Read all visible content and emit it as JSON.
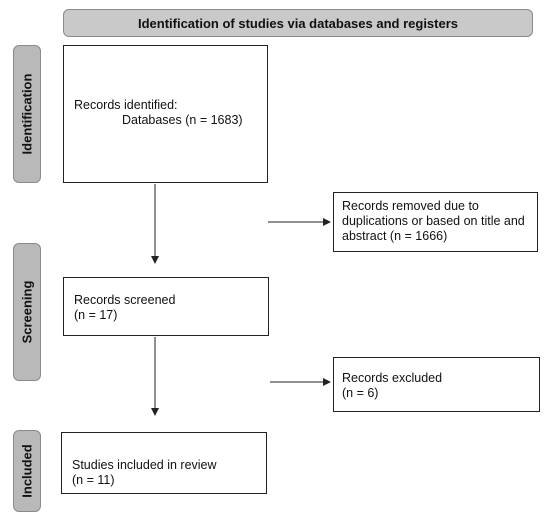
{
  "header": {
    "title": "Identification of studies via databases and registers"
  },
  "phases": {
    "identification": "Identification",
    "screening": "Screening",
    "included": "Included"
  },
  "boxes": {
    "records_identified": {
      "line1": "Records identified:",
      "line2": "Databases (n = 1683)"
    },
    "records_removed": {
      "line1": "Records removed due to",
      "line2": "duplications or based on title and",
      "line3": "abstract (n = 1666)"
    },
    "records_screened": {
      "line1": "Records screened",
      "line2": "(n = 17)"
    },
    "records_excluded": {
      "line1": "Records excluded",
      "line2": "(n = 6)"
    },
    "studies_included": {
      "line1": "Studies included in review",
      "line2": "(n = 11)"
    }
  },
  "colors": {
    "header_fill": "#c9c9c9",
    "phase_fill": "#b9b9b9",
    "border": "#222222"
  }
}
